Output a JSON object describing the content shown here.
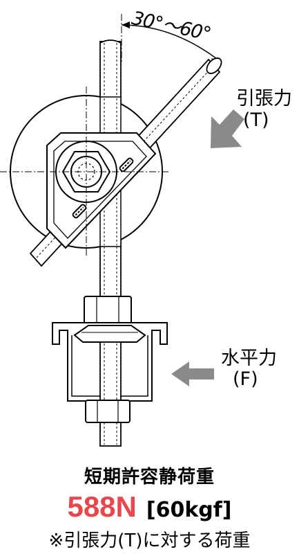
{
  "annotations": {
    "angle": "30°〜60°",
    "tension_label": "引張力",
    "tension_symbol": "(T)",
    "horizontal_label": "水平力",
    "horizontal_symbol": "(F)"
  },
  "load": {
    "title": "短期許容静荷重",
    "value": "588N",
    "kgf": "[60kgf]",
    "note": "※引張力(T)に対する荷重"
  },
  "colors": {
    "accent": "#e8474d",
    "arrow": "#8a8a8a",
    "line": "#000000"
  }
}
